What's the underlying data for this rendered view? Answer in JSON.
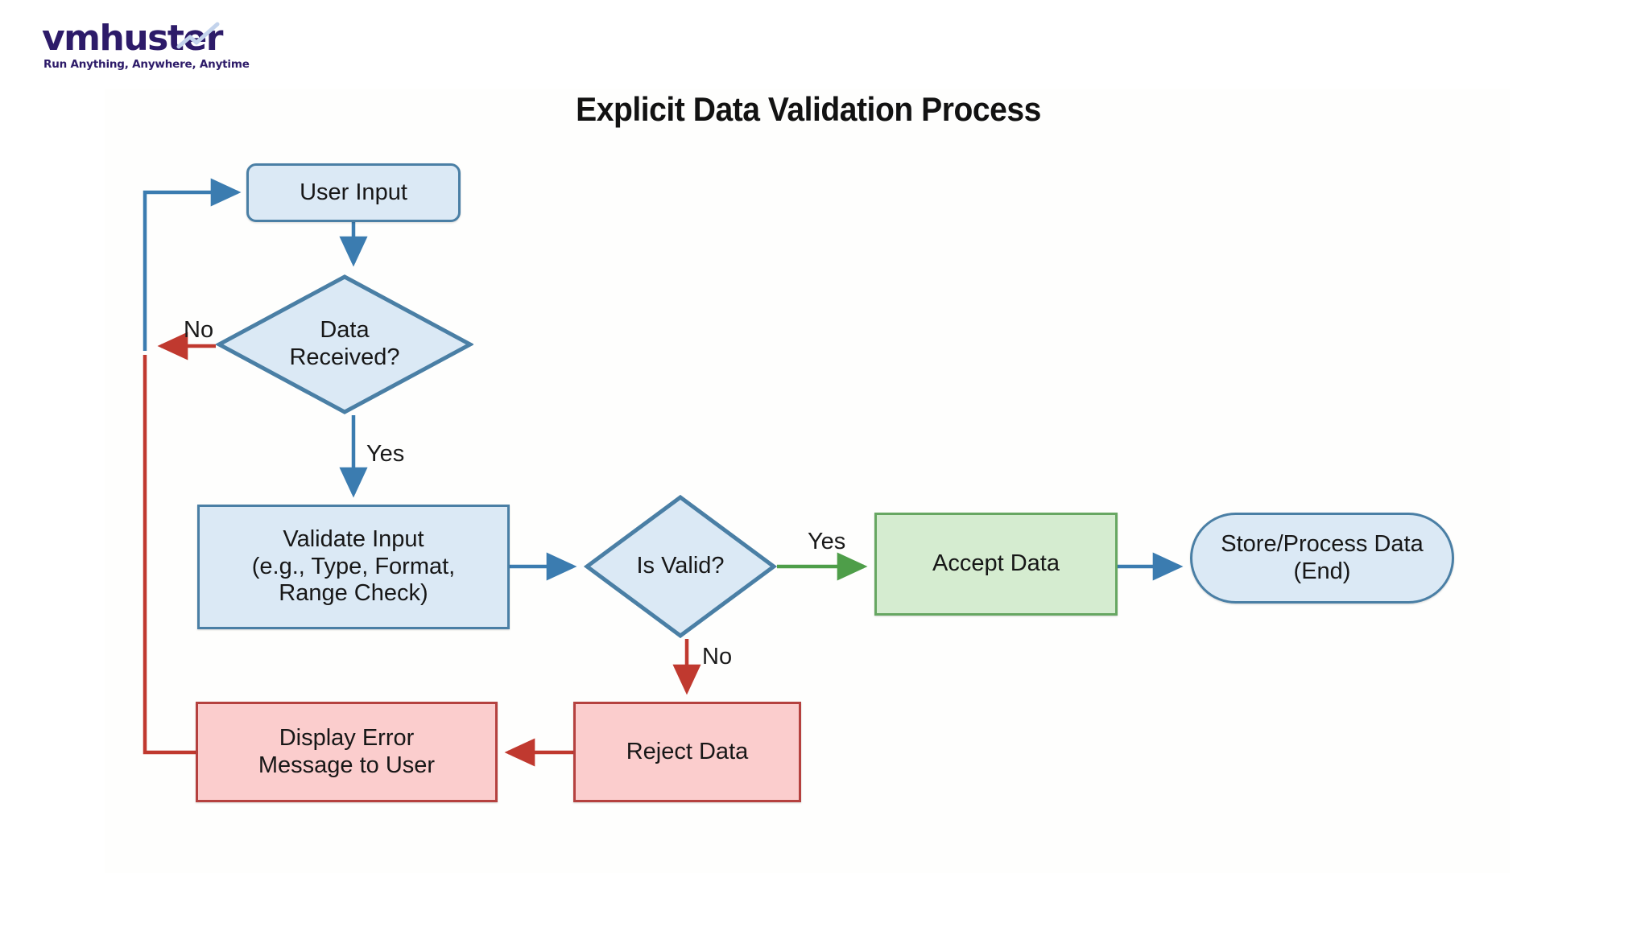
{
  "brand": {
    "wordmark": "vmhuster",
    "tagline": "Run Anything, Anywhere, Anytime",
    "color": "#2d1b69",
    "accent_color": "#b9cbe8"
  },
  "title": "Explicit Data Validation Process",
  "colors": {
    "blue_fill": "#dbe9f5",
    "blue_stroke": "#4a7fa5",
    "green_fill": "#d5ecd0",
    "green_stroke": "#67a762",
    "red_fill": "#fbcdcd",
    "red_stroke": "#b5413f",
    "text": "#171717",
    "background": "#ffffff"
  },
  "chart_data": {
    "type": "flowchart",
    "title": "Explicit Data Validation Process",
    "orientation": "left-to-right with vertical decision branches",
    "nodes": [
      {
        "id": "user_input",
        "label": "User Input",
        "shape": "rounded-rectangle",
        "style": "blue"
      },
      {
        "id": "data_received",
        "label": "Data\nReceived?",
        "shape": "diamond",
        "style": "blue"
      },
      {
        "id": "validate_input",
        "label": "Validate Input\n(e.g., Type, Format,\nRange Check)",
        "shape": "rectangle",
        "style": "blue"
      },
      {
        "id": "is_valid",
        "label": "Is Valid?",
        "shape": "diamond",
        "style": "blue"
      },
      {
        "id": "accept_data",
        "label": "Accept Data",
        "shape": "rectangle",
        "style": "green"
      },
      {
        "id": "store_process",
        "label": "Store/Process Data\n(End)",
        "shape": "stadium",
        "style": "blue"
      },
      {
        "id": "reject_data",
        "label": "Reject Data",
        "shape": "rectangle",
        "style": "red"
      },
      {
        "id": "display_error",
        "label": "Display Error\nMessage to User",
        "shape": "rectangle",
        "style": "red"
      }
    ],
    "edges": [
      {
        "from": "user_input",
        "to": "data_received",
        "label": "",
        "color": "blue"
      },
      {
        "from": "data_received",
        "to": "loop_junction",
        "label": "No",
        "color": "red"
      },
      {
        "from": "data_received",
        "to": "validate_input",
        "label": "Yes",
        "color": "blue"
      },
      {
        "from": "validate_input",
        "to": "is_valid",
        "label": "",
        "color": "blue"
      },
      {
        "from": "is_valid",
        "to": "accept_data",
        "label": "Yes",
        "color": "green"
      },
      {
        "from": "accept_data",
        "to": "store_process",
        "label": "",
        "color": "blue"
      },
      {
        "from": "is_valid",
        "to": "reject_data",
        "label": "No",
        "color": "red"
      },
      {
        "from": "reject_data",
        "to": "display_error",
        "label": "",
        "color": "red"
      },
      {
        "from": "display_error",
        "to": "user_input",
        "label": "",
        "color": "red-to-blue loop"
      }
    ],
    "edge_labels": {
      "no_received": "No",
      "yes_received": "Yes",
      "yes_valid": "Yes",
      "no_valid": "No"
    }
  }
}
